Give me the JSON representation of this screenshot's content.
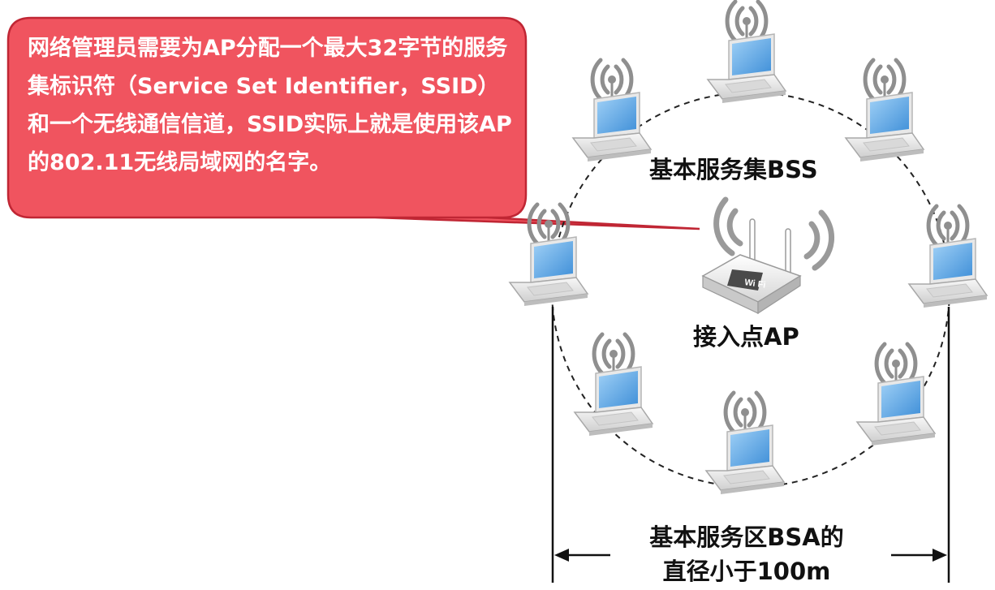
{
  "callout": {
    "text": "网络管理员需要为AP分配一个最大32字节的服务集标识符（Service Set Identifier，SSID）和一个无线通信信道，SSID实际上就是使用该AP的802.11无线局域网的名字。",
    "fill_color": "#f0545f",
    "border_color": "#c02634"
  },
  "diagram": {
    "bss_label": "基本服务集BSS",
    "ap_label": "接入点AP",
    "ap_sticker": "Wi Fi",
    "bsa_label_line1": "基本服务区BSA的",
    "bsa_label_line2": "直径小于100m",
    "screen_color": "#5aa7e6",
    "laptops": [
      "laptop-top",
      "laptop-top-right",
      "laptop-right",
      "laptop-bottom-right",
      "laptop-bottom",
      "laptop-bottom-left",
      "laptop-left",
      "laptop-top-left"
    ]
  }
}
